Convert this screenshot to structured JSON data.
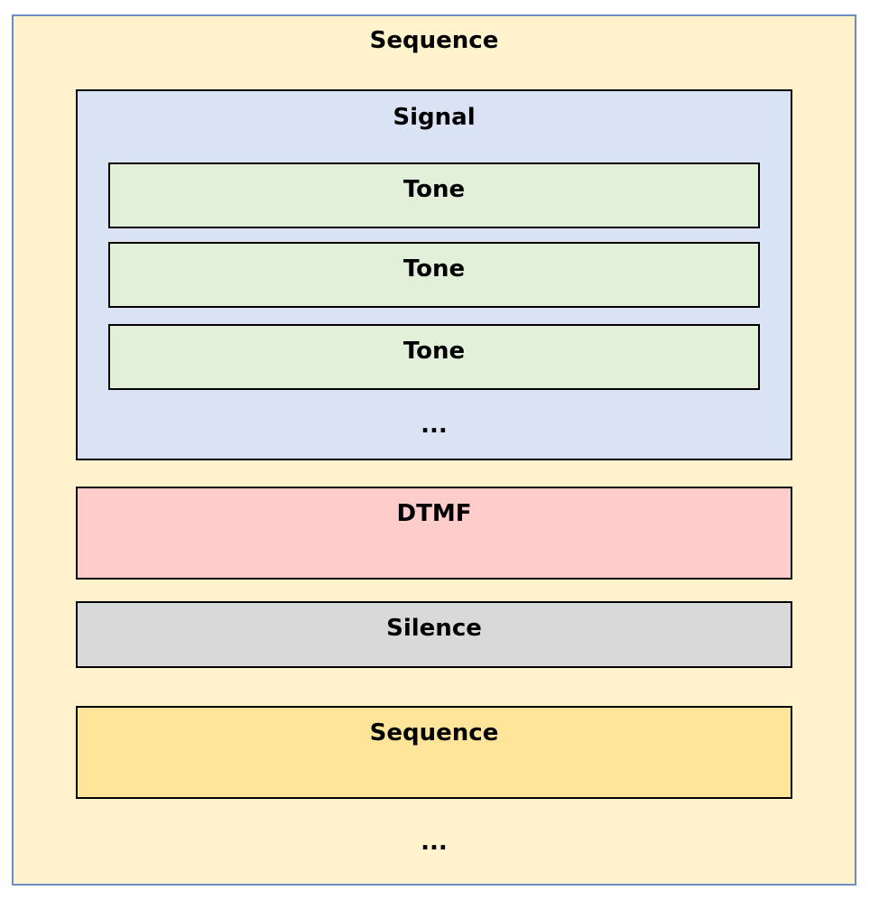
{
  "outer_sequence": {
    "label": "Sequence",
    "fill": "#fff2cc",
    "border": "#6c8ebf",
    "trailing_ellipsis": "..."
  },
  "signal": {
    "label": "Signal",
    "fill": "#dae3f3",
    "tones": [
      {
        "label": "Tone"
      },
      {
        "label": "Tone"
      },
      {
        "label": "Tone"
      }
    ],
    "tone_fill": "#e2efd9",
    "trailing_ellipsis": "..."
  },
  "dtmf": {
    "label": "DTMF",
    "fill": "#ffcccc"
  },
  "silence": {
    "label": "Silence",
    "fill": "#d9d9d9"
  },
  "nested_sequence": {
    "label": "Sequence",
    "fill": "#ffe599"
  }
}
